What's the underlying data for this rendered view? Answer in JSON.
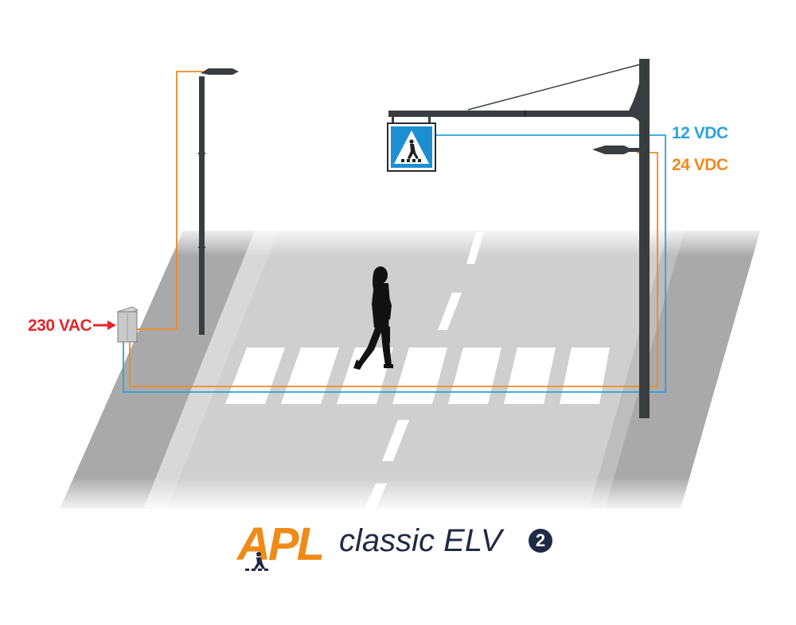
{
  "labels": {
    "mains": "230 VAC",
    "dc12": "12 VDC",
    "dc24": "24 VDC"
  },
  "logo": {
    "brand": "APL",
    "product": "classic ELV",
    "badge": "2"
  },
  "colors": {
    "mains_red": "#e3262c",
    "dc12_blue": "#2aa3d8",
    "dc24_orange": "#ee8a23",
    "logo_orange": "#ef8a17",
    "logo_navy": "#1f2a44",
    "sign_blue": "#1c8fd1",
    "pole_grey": "#3a3d40",
    "road_grey": "#c9c9c9",
    "sidewalk_grey": "#a9a9a9"
  },
  "icons": {
    "sign": "pedestrian-crossing-sign-icon",
    "pedestrian": "walking-woman-icon"
  }
}
